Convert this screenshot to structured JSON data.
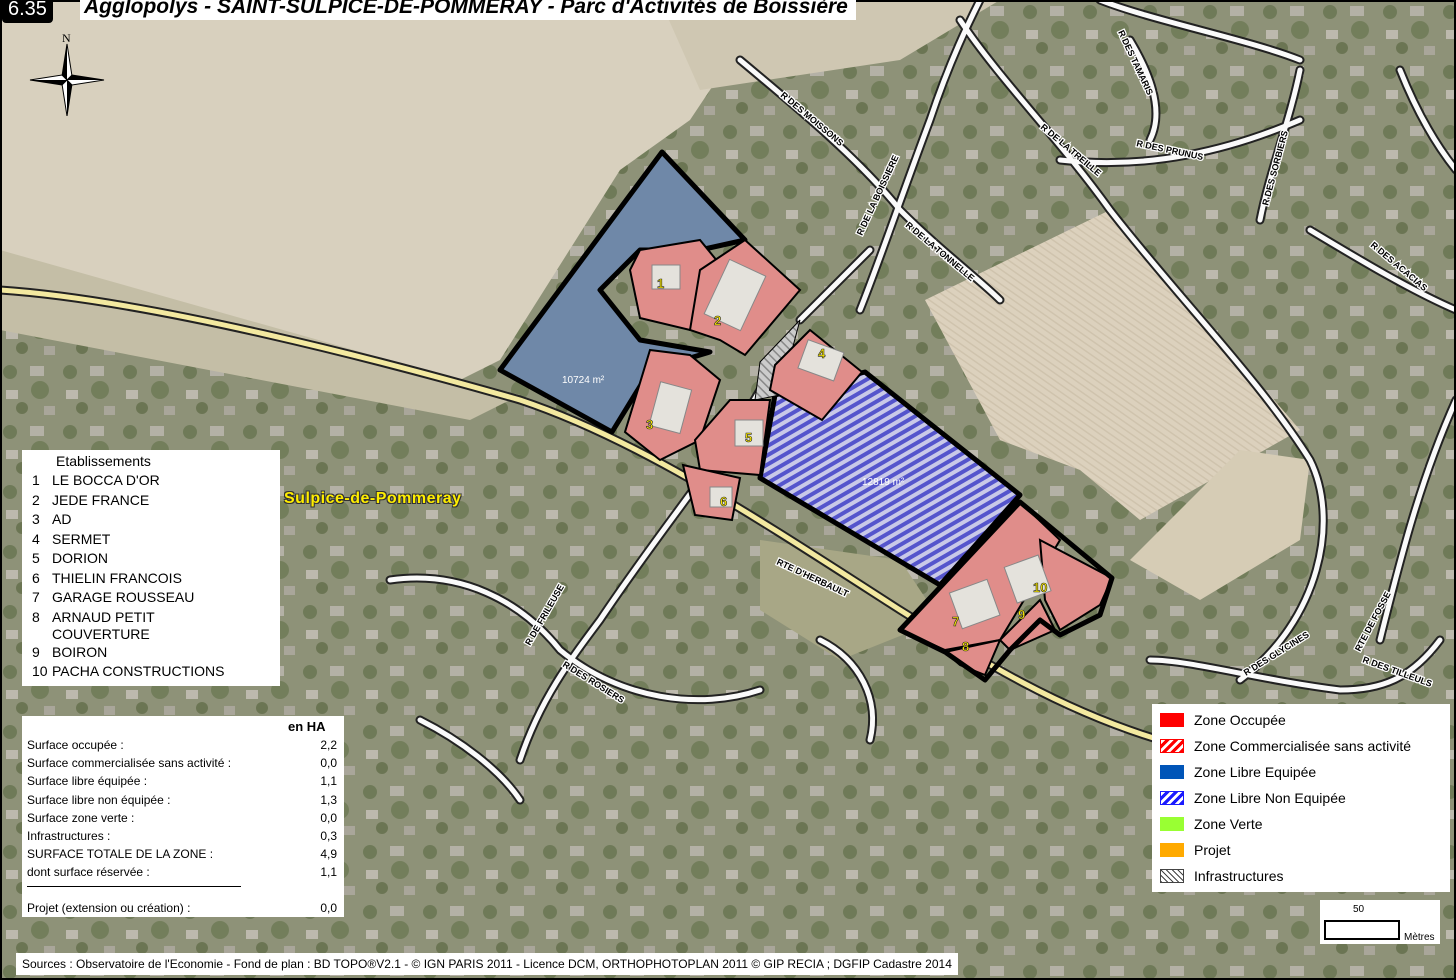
{
  "header": {
    "badge": "6.35",
    "title": "Agglopolys - SAINT-SULPICE-DE-POMMERAY - Parc d'Activités de Boissière"
  },
  "north": {
    "label": "N"
  },
  "place_name": "Sulpice-de-Pommeray",
  "areas": {
    "west": "10724 m²",
    "center": "12819 m²"
  },
  "plots": [
    "1",
    "2",
    "3",
    "4",
    "5",
    "6",
    "7",
    "8",
    "9",
    "10"
  ],
  "roads": {
    "moissons": "R DES MOISSONS",
    "boissiere": "R DE LA BOISSIERE",
    "tonnelle": "R DE LA TONNELLE",
    "treille": "R DE LA TREILLE",
    "tamaris": "R DES TAMARIS",
    "prunus": "R DES PRUNUS",
    "sorbiers": "R DES SORBIERS",
    "acacias": "R DES ACACIAS",
    "herbault": "RTE D'HERBAULT",
    "frileuse": "R DE FRILEUSE",
    "rosiers": "R DES ROSIERS",
    "glycines": "R DES GLYCINES",
    "fosse": "RTE DE FOSSE",
    "tilleuls": "R DES TILLEULS"
  },
  "establishments": {
    "heading": "Etablissements",
    "items": [
      {
        "num": "1",
        "name": "LE BOCCA D'OR"
      },
      {
        "num": "2",
        "name": "JEDE FRANCE"
      },
      {
        "num": "3",
        "name": "AD"
      },
      {
        "num": "4",
        "name": "SERMET"
      },
      {
        "num": "5",
        "name": "DORION"
      },
      {
        "num": "6",
        "name": "THIELIN FRANCOIS"
      },
      {
        "num": "7",
        "name": "GARAGE ROUSSEAU"
      },
      {
        "num": "8",
        "name": "ARNAUD PETIT COUVERTURE"
      },
      {
        "num": "9",
        "name": "BOIRON"
      },
      {
        "num": "10",
        "name": "PACHA CONSTRUCTIONS"
      }
    ]
  },
  "surfaces": {
    "unit_header": "en HA",
    "rows": [
      {
        "label": "Surface occupée :",
        "value": "2,2"
      },
      {
        "label": "Surface commercialisée sans activité :",
        "value": "0,0"
      },
      {
        "label": "Surface libre équipée :",
        "value": "1,1"
      },
      {
        "label": "Surface libre non équipée :",
        "value": "1,3"
      },
      {
        "label": "Surface zone verte :",
        "value": "0,0"
      },
      {
        "label": "Infrastructures :",
        "value": "0,3"
      },
      {
        "label": "SURFACE TOTALE DE LA ZONE :",
        "value": "4,9"
      },
      {
        "label": "dont surface réservée :",
        "value": "1,1"
      }
    ],
    "project": {
      "label": "Projet (extension ou création) :",
      "value": "0,0"
    }
  },
  "legend": {
    "items": [
      {
        "label": "Zone Occupée",
        "color": "#ff0000",
        "pattern": "solid"
      },
      {
        "label": "Zone Commercialisée sans activité",
        "color": "#ff0000",
        "pattern": "hatch"
      },
      {
        "label": "Zone Libre Equipée",
        "color": "#0055b8",
        "pattern": "solid"
      },
      {
        "label": "Zone Libre Non Equipée",
        "color": "#1a1aff",
        "pattern": "hatch"
      },
      {
        "label": "Zone Verte",
        "color": "#99ff33",
        "pattern": "solid"
      },
      {
        "label": "Projet",
        "color": "#ffaa00",
        "pattern": "solid"
      },
      {
        "label": "Infrastructures",
        "color": "#444444",
        "pattern": "hatch-light"
      }
    ]
  },
  "scale": {
    "value": "50",
    "unit": "Mètres"
  },
  "sources": "Sources : Observatoire de l'Economie  - Fond de plan : BD TOPO®V2.1 -  © IGN PARIS 2011 - Licence DCM, ORTHOPHOTOPLAN 2011 © GIP RECIA ;  DGFIP Cadastre 2014"
}
